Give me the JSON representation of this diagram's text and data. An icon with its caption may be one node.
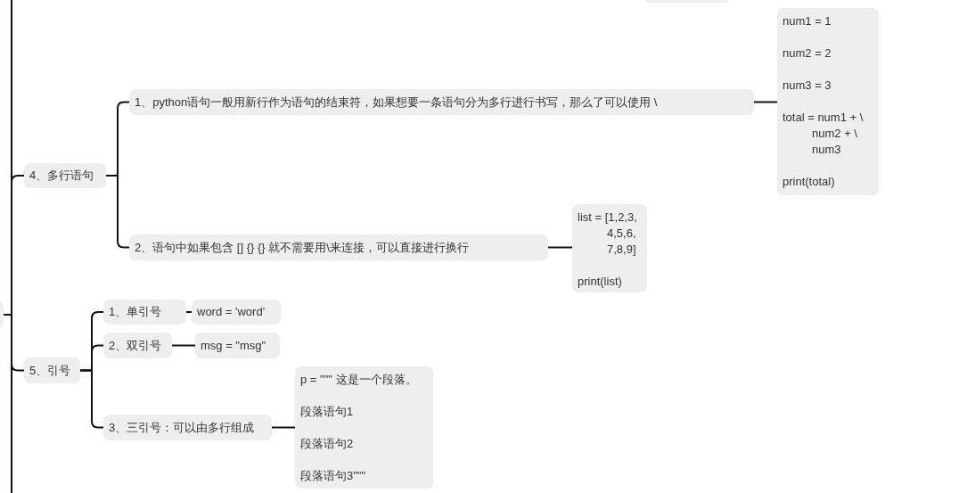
{
  "diagram": {
    "nodes": [
      {
        "text": [],
        "shape": "box"
      },
      {
        "text": [],
        "shape": "box"
      },
      {
        "text": [
          "4、多行语句"
        ]
      },
      {
        "text": [
          "1、python语句一般用新行作为语句的结束符，如果想要一条语句分为多行进行书写，那么了可以使用 \\"
        ]
      },
      {
        "text": [
          "num1 = 1",
          "num2 = 2",
          "num3 = 3",
          "total = num1 + \\ num2 + \\ num3",
          "print(total)"
        ]
      },
      {
        "text": [
          "2、语句中如果包含 [] {} {} 就不需要用\\来连接，可以直接进行换行"
        ]
      },
      {
        "text": [
          "list = [1,2,3, 4,5,6, 7,8,9]",
          "print(list)"
        ]
      },
      {
        "text": [
          "5、引号"
        ]
      },
      {
        "text": [
          "1、单引号"
        ]
      },
      {
        "text": [
          "word = 'word'"
        ]
      },
      {
        "text": [
          "2、双引号"
        ]
      },
      {
        "text": [
          "msg = \"msg\""
        ]
      },
      {
        "text": [
          "3、三引号：可以由多行组成"
        ]
      },
      {
        "text": [
          "p = \"\"\" 这是一个段落。",
          "段落语句1",
          "段落语句2",
          "段落语句3\"\"\""
        ]
      }
    ],
    "edges": [
      {
        "from": 0,
        "to": 2,
        "arrow": "none"
      },
      {
        "from": 0,
        "to": 7,
        "arrow": "none"
      },
      {
        "from": 2,
        "to": 3,
        "arrow": "none"
      },
      {
        "from": 2,
        "to": 5,
        "arrow": "none"
      },
      {
        "from": 3,
        "to": 4,
        "arrow": "none"
      },
      {
        "from": 5,
        "to": 6,
        "arrow": "none"
      },
      {
        "from": 7,
        "to": 8,
        "arrow": "none"
      },
      {
        "from": 7,
        "to": 10,
        "arrow": "none"
      },
      {
        "from": 7,
        "to": 12,
        "arrow": "none"
      },
      {
        "from": 8,
        "to": 9,
        "arrow": "none"
      },
      {
        "from": 10,
        "to": 11,
        "arrow": "none"
      },
      {
        "from": 12,
        "to": 13,
        "arrow": "none"
      }
    ]
  }
}
